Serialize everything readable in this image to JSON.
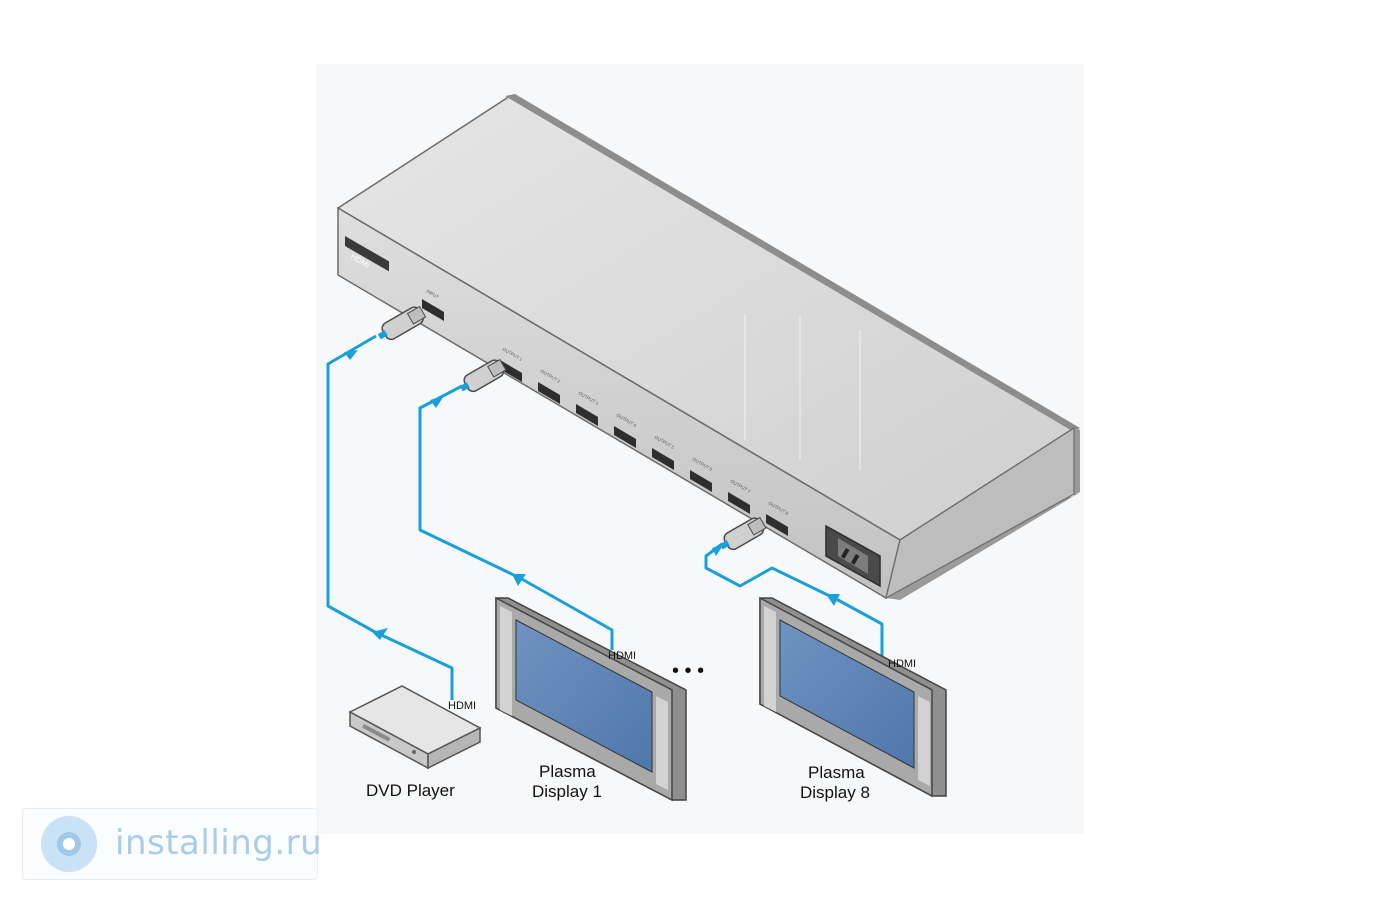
{
  "diagram": {
    "device": {
      "logo_text": "HDMI",
      "input_label": "INPUT",
      "output_labels": [
        "OUTPUT 1",
        "OUTPUT 2",
        "OUTPUT 3",
        "OUTPUT 4",
        "OUTPUT 5",
        "OUTPUT 6",
        "OUTPUT 7",
        "OUTPUT 8"
      ]
    },
    "cable_labels": {
      "dvd": "HDMI",
      "display1": "HDMI",
      "display8": "HDMI"
    },
    "devices": {
      "dvd_player": "DVD Player",
      "display1_line1": "Plasma",
      "display1_line2": "Display 1",
      "display8_line1": "Plasma",
      "display8_line2": "Display 8"
    },
    "ellipsis": "• • •",
    "colors": {
      "cable": "#1aa0d8",
      "screen": "#5b82b5",
      "chassis": "#d4d4d4"
    }
  },
  "watermark": {
    "text": "installing.ru"
  }
}
